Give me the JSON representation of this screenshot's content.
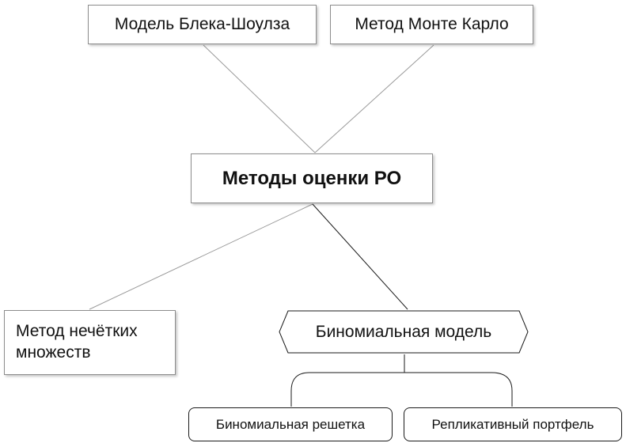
{
  "diagram": {
    "center": {
      "label": "Методы оценки РО"
    },
    "top_nodes": [
      {
        "label": "Модель Блека-Шоулза"
      },
      {
        "label": "Метод Монте Карло"
      }
    ],
    "bottom_nodes": {
      "fuzzy": {
        "label": "Метод нечётких множеств"
      },
      "binomial": {
        "label": "Биномиальная модель"
      }
    },
    "binomial_children": [
      {
        "label": "Биномиальная решетка"
      },
      {
        "label": "Репликативный портфель"
      }
    ]
  }
}
